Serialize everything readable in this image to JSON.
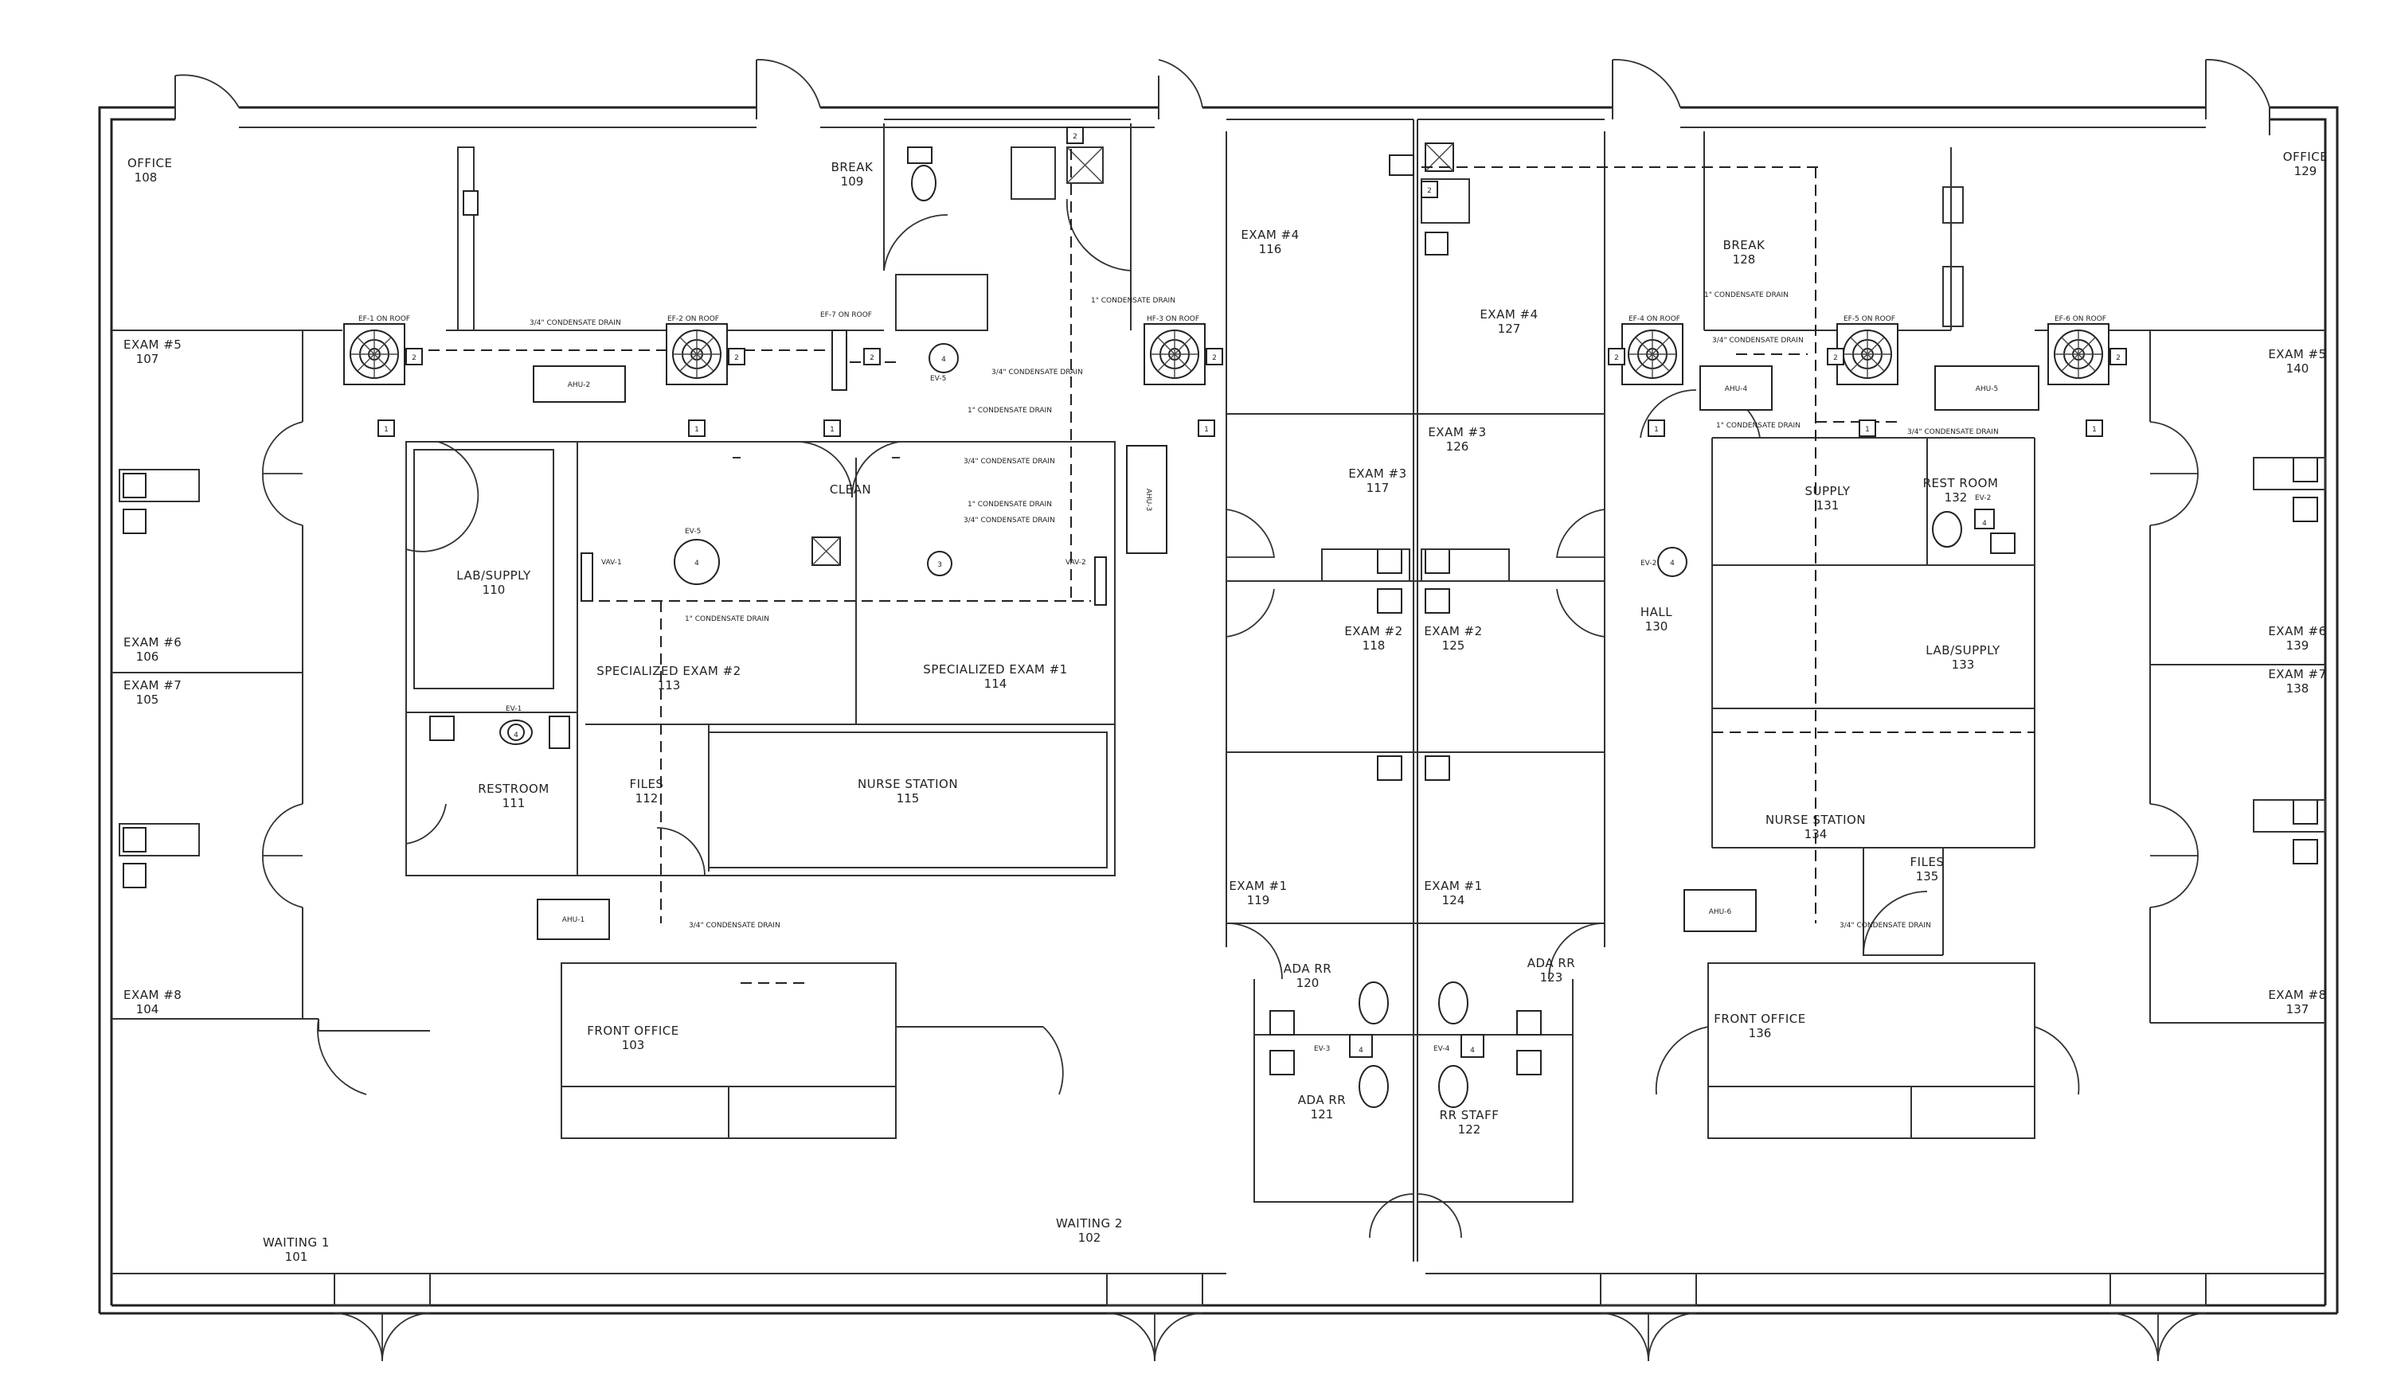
{
  "rooms": {
    "office_108": {
      "name": "OFFICE",
      "num": "108"
    },
    "break_109": {
      "name": "BREAK",
      "num": "109"
    },
    "exam5_107": {
      "name": "EXAM #5",
      "num": "107"
    },
    "exam6_106": {
      "name": "EXAM #6",
      "num": "106"
    },
    "exam7_105": {
      "name": "EXAM #7",
      "num": "105"
    },
    "exam8_104": {
      "name": "EXAM #8",
      "num": "104"
    },
    "lab_110": {
      "name": "LAB/SUPPLY",
      "num": "110"
    },
    "restroom_111": {
      "name": "RESTROOM",
      "num": "111"
    },
    "files_112": {
      "name": "FILES",
      "num": "112"
    },
    "spec2_113": {
      "name": "SPECIALIZED EXAM #2",
      "num": "113"
    },
    "spec1_114": {
      "name": "SPECIALIZED EXAM #1",
      "num": "114"
    },
    "nurse_115": {
      "name": "NURSE STATION",
      "num": "115"
    },
    "clean": {
      "name": "CLEAN"
    },
    "front_103": {
      "name": "FRONT OFFICE",
      "num": "103"
    },
    "waiting1_101": {
      "name": "WAITING 1",
      "num": "101"
    },
    "waiting2_102": {
      "name": "WAITING 2",
      "num": "102"
    },
    "exam4_116": {
      "name": "EXAM #4",
      "num": "116"
    },
    "exam3_117": {
      "name": "EXAM #3",
      "num": "117"
    },
    "exam2_118": {
      "name": "EXAM #2",
      "num": "118"
    },
    "exam1_119": {
      "name": "EXAM #1",
      "num": "119"
    },
    "adarr_120": {
      "name": "ADA RR",
      "num": "120"
    },
    "adarr_121": {
      "name": "ADA RR",
      "num": "121"
    },
    "rrstaff_122": {
      "name": "RR STAFF",
      "num": "122"
    },
    "adarr_123": {
      "name": "ADA RR",
      "num": "123"
    },
    "exam1_124": {
      "name": "EXAM #1",
      "num": "124"
    },
    "exam2_125": {
      "name": "EXAM #2",
      "num": "125"
    },
    "exam3_126": {
      "name": "EXAM #3",
      "num": "126"
    },
    "exam4_127": {
      "name": "EXAM #4",
      "num": "127"
    },
    "break_128": {
      "name": "BREAK",
      "num": "128"
    },
    "office_129": {
      "name": "OFFICE",
      "num": "129"
    },
    "hall_130": {
      "name": "HALL",
      "num": "130"
    },
    "supply_131": {
      "name": "SUPPLY",
      "num": "131"
    },
    "rest_132": {
      "name": "REST ROOM",
      "num": "132"
    },
    "lab_133": {
      "name": "LAB/SUPPLY",
      "num": "133"
    },
    "nurse_134": {
      "name": "NURSE STATION",
      "num": "134"
    },
    "files_135": {
      "name": "FILES",
      "num": "135"
    },
    "front_136": {
      "name": "FRONT OFFICE",
      "num": "136"
    },
    "exam8_137": {
      "name": "EXAM #8",
      "num": "137"
    },
    "exam7_138": {
      "name": "EXAM #7",
      "num": "138"
    },
    "exam6_139": {
      "name": "EXAM #6",
      "num": "139"
    },
    "exam5_140": {
      "name": "EXAM #5",
      "num": "140"
    }
  },
  "equipment": {
    "ef1": "EF-1 ON ROOF",
    "ef2": "EF-2 ON ROOF",
    "ef7": "EF-7 ON ROOF",
    "ef3": "HF-3 ON ROOF",
    "ef4": "EF-4 ON ROOF",
    "ef5": "EF-5 ON ROOF",
    "ef6": "EF-6 ON ROOF",
    "ahu1": "AHU-1",
    "ahu2": "AHU-2",
    "ahu3": "AHU-3",
    "ahu4": "AHU-4",
    "ahu5": "AHU-5",
    "ahu6": "AHU-6",
    "ev1": "EV-1",
    "ev2": "EV-2",
    "ev3": "EV-3",
    "ev4": "EV-4",
    "ev5": "EV-5",
    "vav1": "VAV-1",
    "vav2": "VAV-2"
  },
  "notes": {
    "drain34": "3/4\" CONDENSATE DRAIN",
    "drain1": "1\" CONDENSATE DRAIN"
  },
  "tags": {
    "t1": "1",
    "t2": "2",
    "t3": "3",
    "t4": "4"
  }
}
